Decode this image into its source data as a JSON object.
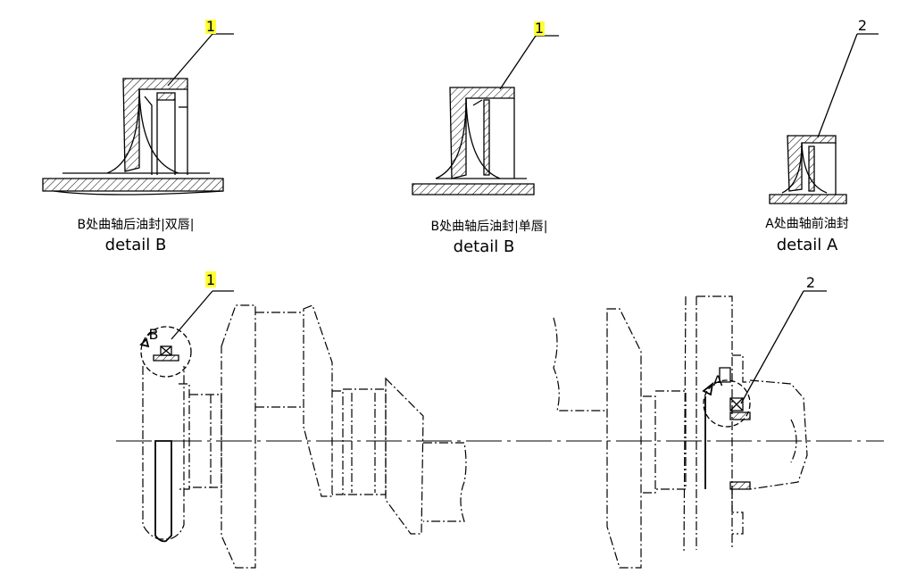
{
  "details": [
    {
      "callout": "1",
      "caption_cn": "B处曲轴后油封|双唇|",
      "caption_en": "detail   B"
    },
    {
      "callout": "1",
      "caption_cn": "B处曲轴后油封|单唇|",
      "caption_en": "detail  B"
    },
    {
      "callout": "2",
      "caption_cn": "A处曲轴前油封",
      "caption_en": "detail  A"
    }
  ],
  "main_view": {
    "callout_left": "1",
    "callout_right": "2",
    "view_label_b": "B",
    "view_label_a": "A"
  },
  "colors": {
    "callout_highlight": "#ffff33",
    "line": "#000000"
  }
}
